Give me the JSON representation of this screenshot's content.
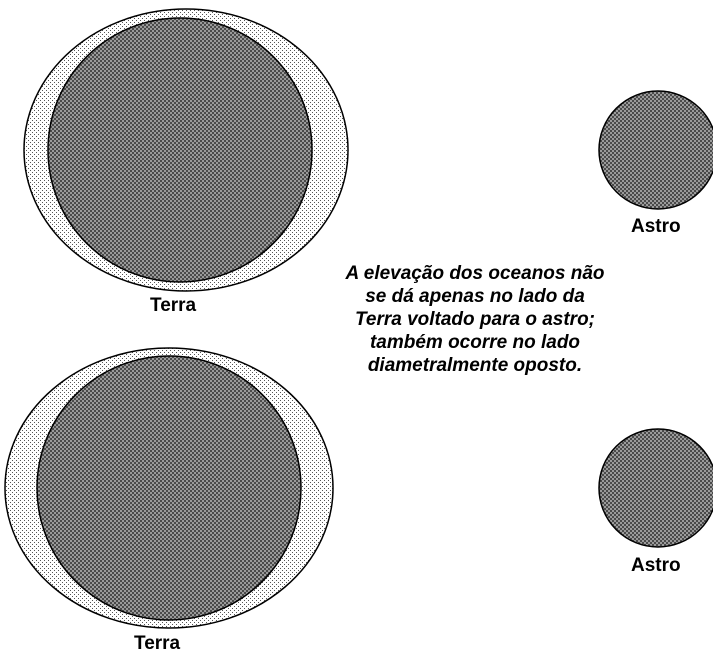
{
  "labels": {
    "earth_top": "Terra",
    "earth_bottom": "Terra",
    "astro_top": "Astro",
    "astro_bottom": "Astro"
  },
  "caption_lines": [
    "A elevação dos oceanos não",
    "se dá apenas no lado da",
    "Terra voltado para o astro;",
    "também ocorre no lado",
    "diametralmente oposto."
  ],
  "colors": {
    "body_fill": "#777777",
    "ocean_fill": "#d9d9d9",
    "outline": "#000000"
  }
}
